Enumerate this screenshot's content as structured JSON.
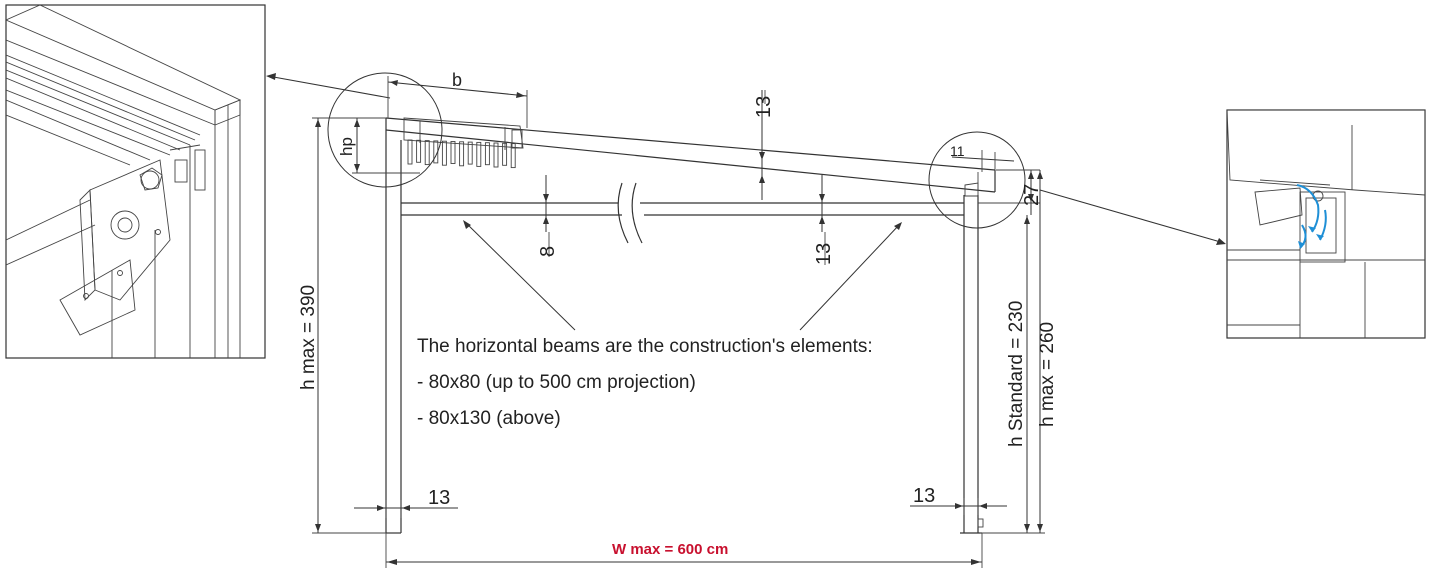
{
  "labels": {
    "b": "b",
    "hp": "hp",
    "thirteen_top": "13",
    "eleven": "11",
    "twentyseven": "27",
    "eight": "8",
    "thirteen_mid": "13",
    "h_max_left": "h max = 390",
    "h_standard": "h Standard = 230",
    "h_max_right": "h max = 260",
    "thirteen_left_foot": "13",
    "thirteen_right_foot": "13"
  },
  "note": {
    "heading": "The horizontal beams are the construction's elements:",
    "item1": "- 80x80 (up to 500 cm projection)",
    "item2": "- 80x130 (above)"
  },
  "width_label": "W max = 600 cm",
  "colors": {
    "line": "#333333",
    "accent": "#c8102e",
    "water": "#1e8fd6"
  }
}
